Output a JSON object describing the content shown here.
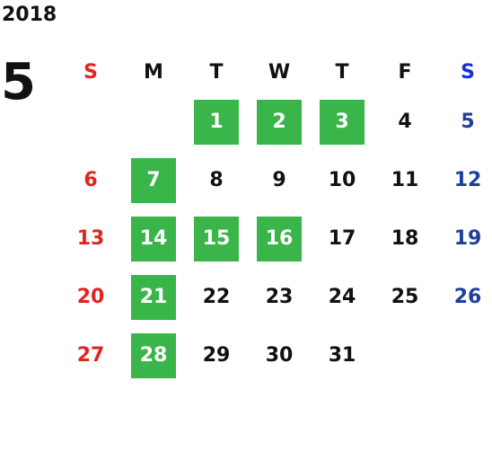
{
  "year": "2018",
  "month": "5",
  "colors": {
    "highlight": "#3ab54a",
    "sunday": "#e0251f",
    "saturday": "#1f3f9a",
    "saturday_header": "#1630d6",
    "text": "#111111"
  },
  "weekdays": [
    "S",
    "M",
    "T",
    "W",
    "T",
    "F",
    "S"
  ],
  "days": [
    "",
    "",
    "1",
    "2",
    "3",
    "4",
    "5",
    "6",
    "7",
    "8",
    "9",
    "10",
    "11",
    "12",
    "13",
    "14",
    "15",
    "16",
    "17",
    "18",
    "19",
    "20",
    "21",
    "22",
    "23",
    "24",
    "25",
    "26",
    "27",
    "28",
    "29",
    "30",
    "31",
    "",
    ""
  ],
  "highlighted_days": [
    "1",
    "2",
    "3",
    "7",
    "14",
    "15",
    "16",
    "21",
    "28"
  ]
}
